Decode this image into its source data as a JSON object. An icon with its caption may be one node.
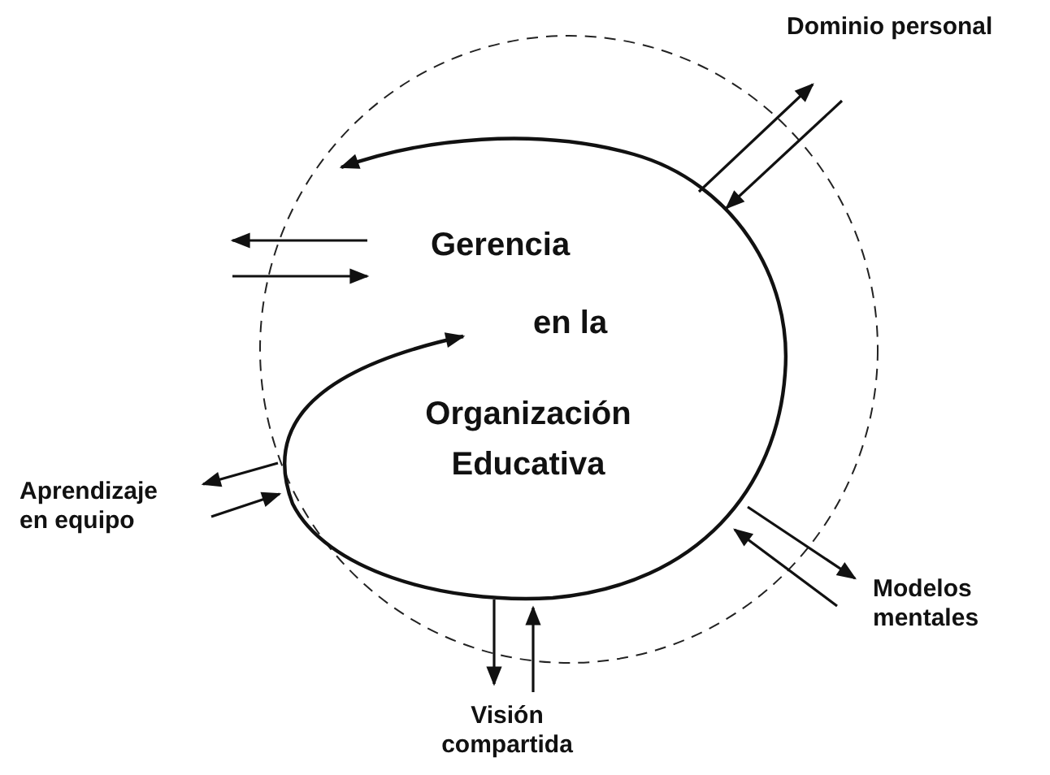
{
  "diagram": {
    "nodes": [
      {
        "text": [
          "Gerencia",
          "en la",
          "Organización Educativa"
        ]
      },
      {
        "text": [
          "Dominio personal"
        ]
      },
      {
        "text": [
          "Modelos mentales"
        ]
      },
      {
        "text": [
          "Visión compartida"
        ]
      },
      {
        "text": [
          "Aprendizaje en equipo"
        ]
      }
    ],
    "edges": [
      {
        "from": 0,
        "to": 1,
        "arrow": "to"
      },
      {
        "from": 1,
        "to": 0,
        "arrow": "to"
      },
      {
        "from": 0,
        "to": 2,
        "arrow": "to"
      },
      {
        "from": 2,
        "to": 0,
        "arrow": "to"
      },
      {
        "from": 0,
        "to": 3,
        "arrow": "to"
      },
      {
        "from": 3,
        "to": 0,
        "arrow": "to"
      },
      {
        "from": 0,
        "to": 4,
        "arrow": "to"
      },
      {
        "from": 4,
        "to": 0,
        "arrow": "to"
      },
      {
        "from": 0,
        "to": null,
        "arrow": "to"
      },
      {
        "from": null,
        "to": 0,
        "arrow": "to"
      }
    ]
  }
}
